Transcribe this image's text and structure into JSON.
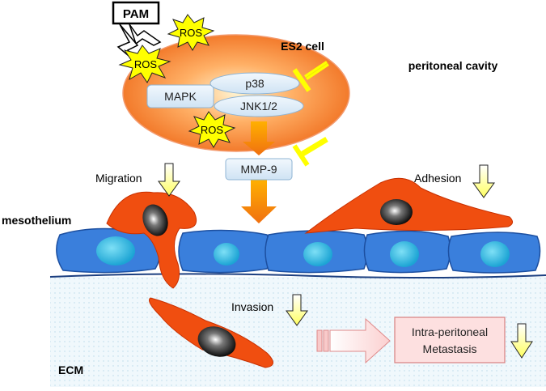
{
  "labels": {
    "pam": "PAM",
    "ros": "ROS",
    "es2_cell": "ES2 cell",
    "peritoneal_cavity": "peritoneal cavity",
    "mapk": "MAPK",
    "p38": "p38",
    "jnk": "JNK1/2",
    "mmp9": "MMP-9",
    "migration": "Migration",
    "adhesion": "Adhesion",
    "mesothelium": "mesothelium",
    "invasion": "Invasion",
    "metastasis_line1": "Intra-peritoneal",
    "metastasis_line2": "Metastasis",
    "ecm": "ECM"
  },
  "colors": {
    "cell_fill": "#f0802a",
    "cell_edge": "#f4a07a",
    "node_fill": "#dcecf8",
    "node_edge": "#7aa6cc",
    "mesothelial_cell": "#3a79d6",
    "nucleus": "#30b8e0",
    "migrating_cell": "#f0500f",
    "ros_burst": "#ffff00",
    "inhibit_arrow": "#ffff00",
    "down_arrow": "#ffff66",
    "metastasis_box": "#fde2e2"
  },
  "icons": [
    "lightning-bolt-icon",
    "ros-burst-icon",
    "inhibition-arrow-icon",
    "down-arrow-icon",
    "block-arrow-icon"
  ]
}
